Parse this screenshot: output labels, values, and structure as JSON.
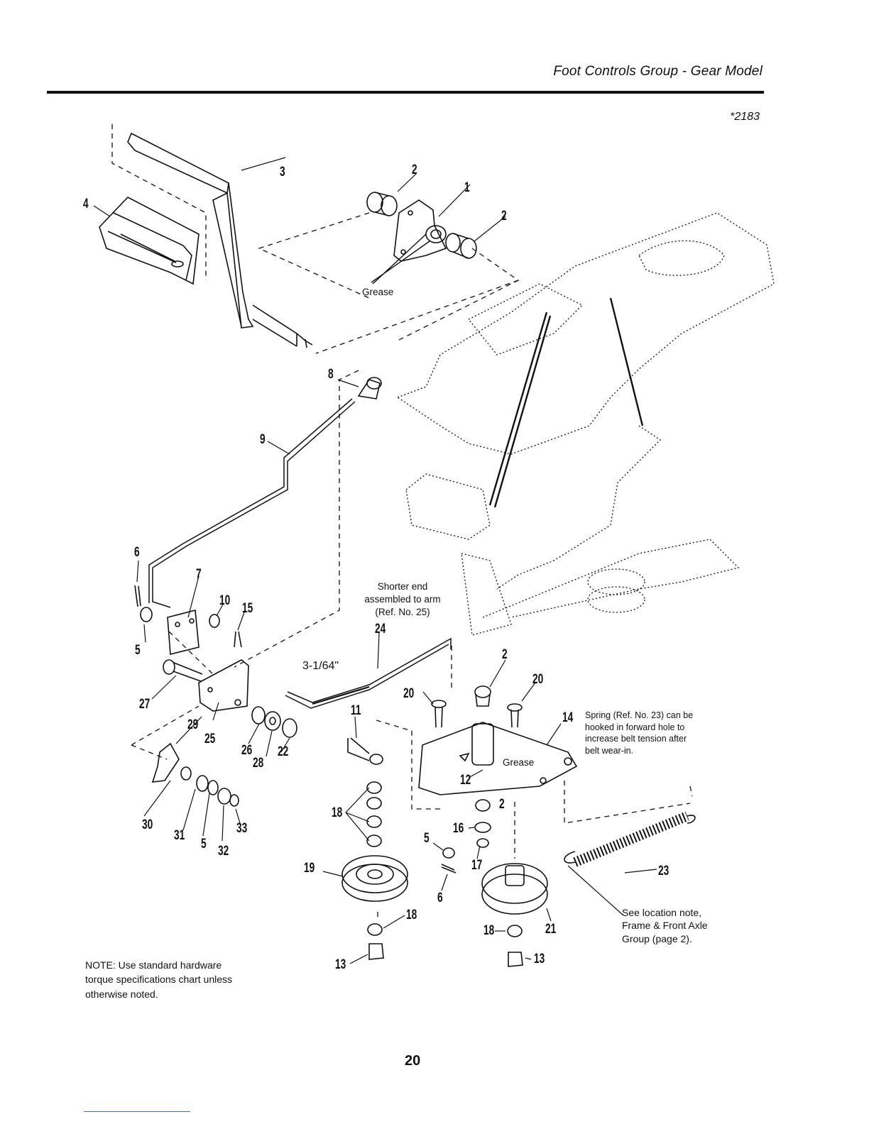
{
  "header": {
    "title": "Foot Controls Group - Gear Model",
    "drawing_id": "*2183"
  },
  "callouts": {
    "c1": "1",
    "c2a": "2",
    "c2b": "2",
    "c2c": "2",
    "c2d": "2",
    "c3": "3",
    "c4": "4",
    "c5a": "5",
    "c5b": "5",
    "c5c": "5",
    "c6a": "6",
    "c6b": "6",
    "c7": "7",
    "c8": "8",
    "c9": "9",
    "c10": "10",
    "c11": "11",
    "c12": "12",
    "c13a": "13",
    "c13b": "13",
    "c14": "14",
    "c15": "15",
    "c16": "16",
    "c17": "17",
    "c18a": "18",
    "c18b": "18",
    "c18c": "18",
    "c19": "19",
    "c20a": "20",
    "c20b": "20",
    "c21": "21",
    "c22": "22",
    "c23": "23",
    "c24": "24",
    "c25": "25",
    "c26": "26",
    "c27": "27",
    "c28": "28",
    "c29": "29",
    "c30": "30",
    "c31": "31",
    "c32": "32",
    "c33": "33"
  },
  "annotations": {
    "grease_top": "Grease",
    "grease_plate": "Grease",
    "shorter_end": "Shorter end\nassembled to arm\n(Ref. No. 25)",
    "dimension": "3-1/64\"",
    "spring_note": "Spring (Ref. No. 23) can be\nhooked in forward hole to\nincrease belt tension after\nbelt wear-in.",
    "location_note": "See location note,\nFrame & Front Axle\nGroup (page 2)."
  },
  "note": "NOTE: Use standard hardware torque specifications chart unless otherwise noted.",
  "page_number": "20"
}
